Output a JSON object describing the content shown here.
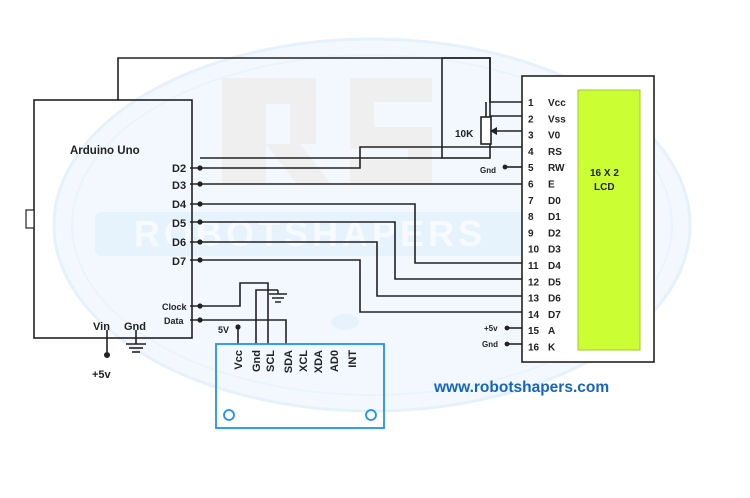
{
  "arduino": {
    "title": "Arduino Uno",
    "pins": [
      "D2",
      "D3",
      "D4",
      "D5",
      "D6",
      "D7"
    ],
    "clock_label": "Clock",
    "data_label": "Data",
    "vin_label": "Vin",
    "gnd_label": "Gnd",
    "supply_label": "+5v"
  },
  "potentiometer": {
    "label": "10K"
  },
  "lcd": {
    "title_line1": "16 X 2",
    "title_line2": "LCD",
    "pins": [
      {
        "num": "1",
        "name": "Vcc"
      },
      {
        "num": "2",
        "name": "Vss"
      },
      {
        "num": "3",
        "name": "V0"
      },
      {
        "num": "4",
        "name": "RS"
      },
      {
        "num": "5",
        "name": "RW"
      },
      {
        "num": "6",
        "name": "E"
      },
      {
        "num": "7",
        "name": "D0"
      },
      {
        "num": "8",
        "name": "D1"
      },
      {
        "num": "9",
        "name": "D2"
      },
      {
        "num": "10",
        "name": "D3"
      },
      {
        "num": "11",
        "name": "D4"
      },
      {
        "num": "12",
        "name": "D5"
      },
      {
        "num": "13",
        "name": "D6"
      },
      {
        "num": "14",
        "name": "D7"
      },
      {
        "num": "15",
        "name": "A"
      },
      {
        "num": "16",
        "name": "K"
      }
    ],
    "rw_gnd_label": "Gnd",
    "a_supply_label": "+5v",
    "k_gnd_label": "Gnd",
    "screen_color": "#ccff33"
  },
  "rtc_module": {
    "supply_label": "5V",
    "pins": [
      "Vcc",
      "Gnd",
      "SCL",
      "SDA",
      "XCL",
      "XDA",
      "AD0",
      "INT"
    ],
    "border_color": "#1e90ff"
  },
  "watermark": {
    "logo_text": "ROBOTSHAPERS"
  },
  "footer": {
    "website": "www.robotshapers.com",
    "color": "#1565c0"
  },
  "colors": {
    "line": "#222222",
    "watermark_blue": "#dceefb",
    "watermark_grey": "#ececec"
  }
}
